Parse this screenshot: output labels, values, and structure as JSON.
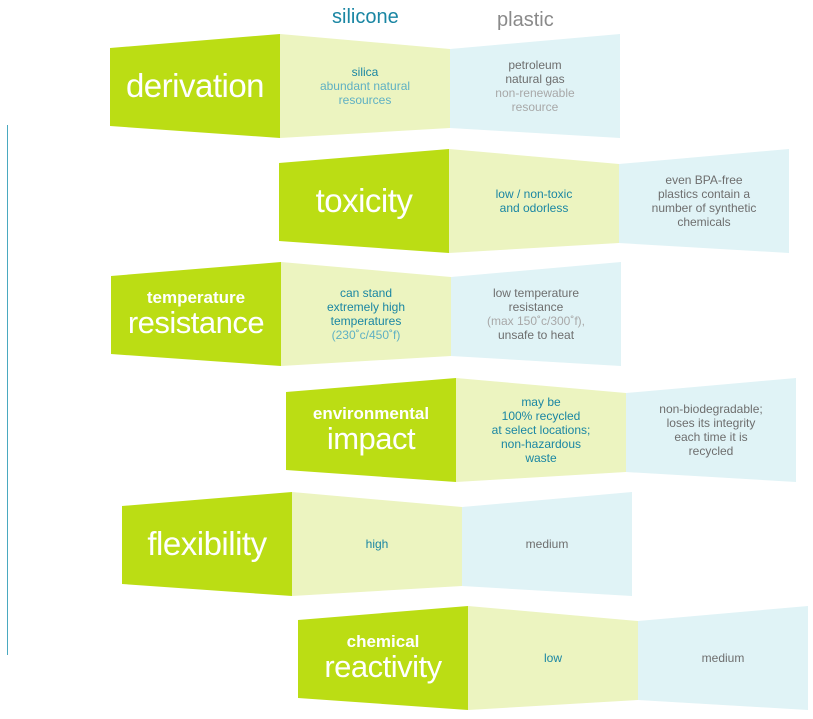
{
  "headers": {
    "silicone": "silicone",
    "plastic": "plastic"
  },
  "colors": {
    "green": "#bbdd14",
    "silicone_bg": "#ecf4c0",
    "plastic_bg": "#e0f3f6",
    "silicone_text": "#1a86a3",
    "plastic_text": "#6e6e6e"
  },
  "rows": [
    {
      "label_bold": "",
      "label_light": "derivation",
      "silicone": [
        "silica"
      ],
      "silicone_secondary": [
        "abundant natural",
        "resources"
      ],
      "plastic": [
        "petroleum",
        "natural gas"
      ],
      "plastic_secondary": [
        "non-renewable",
        "resource"
      ]
    },
    {
      "label_bold": "",
      "label_light": "toxicity",
      "silicone": [
        "low / non-toxic",
        "and odorless"
      ],
      "plastic": [
        "even BPA-free",
        "plastics contain a",
        "number of synthetic",
        "chemicals"
      ]
    },
    {
      "label_bold": "temperature",
      "label_light": "resistance",
      "silicone": [
        "can stand",
        "extremely high",
        "temperatures"
      ],
      "silicone_secondary": [
        "(230˚c/450˚f)"
      ],
      "plastic": [
        "low temperature",
        "resistance"
      ],
      "plastic_secondary": [
        "(max 150˚c/300˚f),"
      ],
      "plastic_after": [
        "unsafe to heat"
      ]
    },
    {
      "label_bold": "environmental",
      "label_light": "impact",
      "silicone": [
        "may be",
        "100% recycled",
        "at select locations;",
        "non-hazardous",
        "waste"
      ],
      "plastic": [
        "non-biodegradable;",
        "loses its integrity",
        "each time it is",
        "recycled"
      ]
    },
    {
      "label_bold": "",
      "label_light": "flexibility",
      "silicone": [
        "high"
      ],
      "plastic": [
        "medium"
      ]
    },
    {
      "label_bold": "chemical",
      "label_light": "reactivity",
      "silicone": [
        "low"
      ],
      "plastic": [
        "medium"
      ]
    }
  ]
}
